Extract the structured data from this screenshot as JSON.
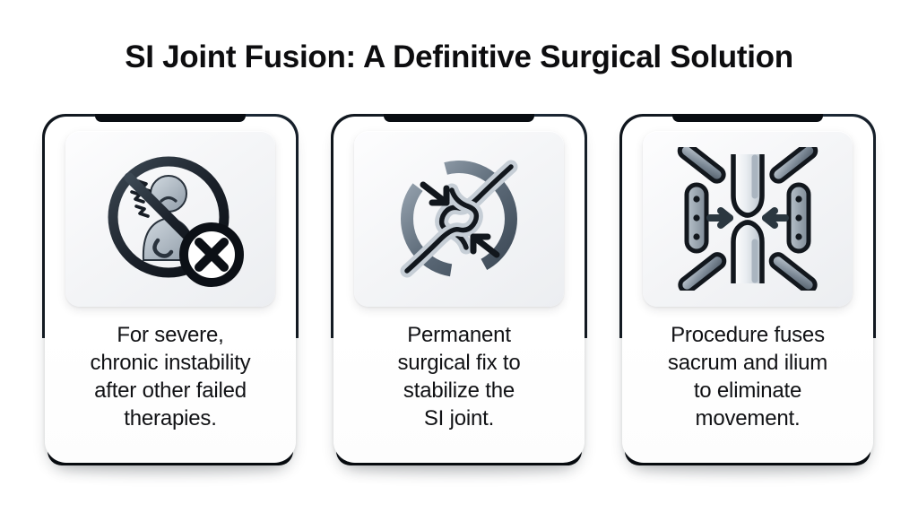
{
  "header": {
    "title": "SI Joint Fusion: A Definitive Surgical Solution"
  },
  "cards": [
    {
      "icon_name": "no-chronic-pain-icon",
      "icon_description": "prohibition circle over a person in pain with an X badge",
      "caption": "For severe,\nchronic instability\nafter other failed\ntherapies."
    },
    {
      "icon_name": "joint-stabilization-icon",
      "icon_description": "bone joint inside a circular arc with arrows pressing inward",
      "caption": "Permanent\nsurgical fix to\nstabilize the\nSI joint."
    },
    {
      "icon_name": "bone-fusion-implant-icon",
      "icon_description": "two bones joined by fixation plates, screws and inward arrows",
      "caption": "Procedure fuses\nsacrum and ilium\nto eliminate\nmovement."
    }
  ],
  "colors": {
    "background": "#ffffff",
    "title_text": "#0d0d0f",
    "caption_text": "#111215",
    "bezel_dark": "#1d2630",
    "icon_dark": "#14181d",
    "icon_mid": "#6b7884",
    "icon_light": "#c3ccd4",
    "tile_background": "#f4f5f7"
  }
}
